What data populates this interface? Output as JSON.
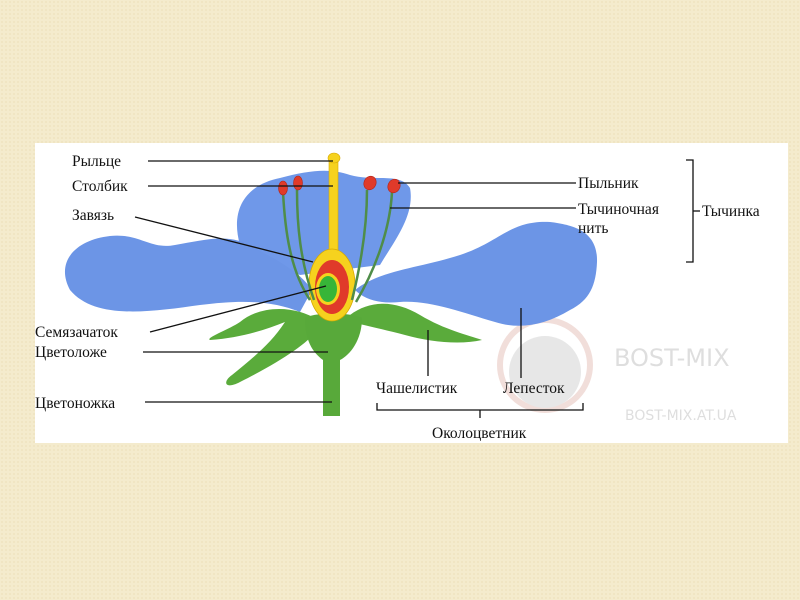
{
  "labels": {
    "stigma": "Рыльце",
    "style": "Столбик",
    "ovary": "Завязь",
    "ovule": "Семязачаток",
    "receptacle": "Цветоложе",
    "pedicel": "Цветоножка",
    "anther": "Пыльник",
    "filament_line1": "Тычиночная",
    "filament_line2": "нить",
    "stamen": "Тычинка",
    "sepal": "Чашелистик",
    "petal": "Лепесток",
    "perianth": "Околоцветник"
  },
  "watermark": {
    "brand": "BOST-MIX",
    "site": "BOST-MIX.AT.UA"
  },
  "colors": {
    "petal": "#6f98e9",
    "sepal": "#5aab3b",
    "style": "#f6d21e",
    "anther": "#e03a2a"
  }
}
